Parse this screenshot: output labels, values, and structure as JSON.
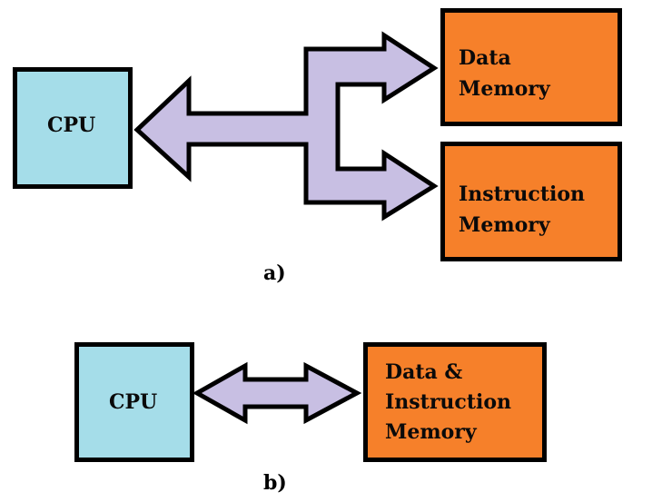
{
  "diagram_a": {
    "cpu_label": "CPU",
    "data_memory": [
      "Data",
      "Memory"
    ],
    "instruction_memory": [
      "Instruction",
      "Memory"
    ],
    "caption": "a)"
  },
  "diagram_b": {
    "cpu_label": "CPU",
    "memory": [
      "Data &",
      "Instruction",
      "Memory"
    ],
    "caption": "b)"
  },
  "colors": {
    "cpu_fill": "#a5dde9",
    "memory_fill": "#f6802a",
    "bus_fill": "#c8bfe3",
    "outline": "#000000"
  }
}
